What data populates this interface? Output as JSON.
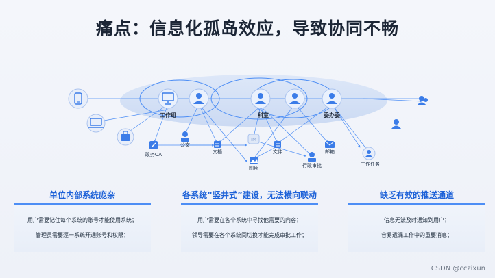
{
  "title": "痛点：信息化孤岛效应，导致协同不畅",
  "diagram": {
    "group_labels": {
      "g1": "工作组",
      "g2": "科室",
      "g3": "委办委"
    },
    "items": {
      "oa": "政务OA",
      "gongwen": "公文",
      "wendang1": "文档",
      "im": "IM",
      "tupian": "图片",
      "wendang2": "文件",
      "email": "邮箱",
      "review": "行政审批",
      "task": "工作任务"
    }
  },
  "panels": [
    {
      "title": "单位内部系统庞杂",
      "lines": [
        "用户需要记住每个系统的账号才能使用系统；",
        "管理员需要逐一系统开通账号和权限；"
      ]
    },
    {
      "title": "各系统“竖井式”建设，无法横向联动",
      "lines": [
        "用户需要在各个系统中寻找他需要的内容；",
        "领导需要在各个系统间切换才能完成审批工作；"
      ]
    },
    {
      "title": "缺乏有效的推送通道",
      "lines": [
        "信息无法及时通知到用户；",
        "容易遗漏工作中的重要消息；"
      ]
    }
  ],
  "colors": {
    "accent": "#1e62d8",
    "line": "#4d8ef5",
    "ellipse": "#c9d8f2"
  },
  "watermark": "CSDN @cczixun"
}
